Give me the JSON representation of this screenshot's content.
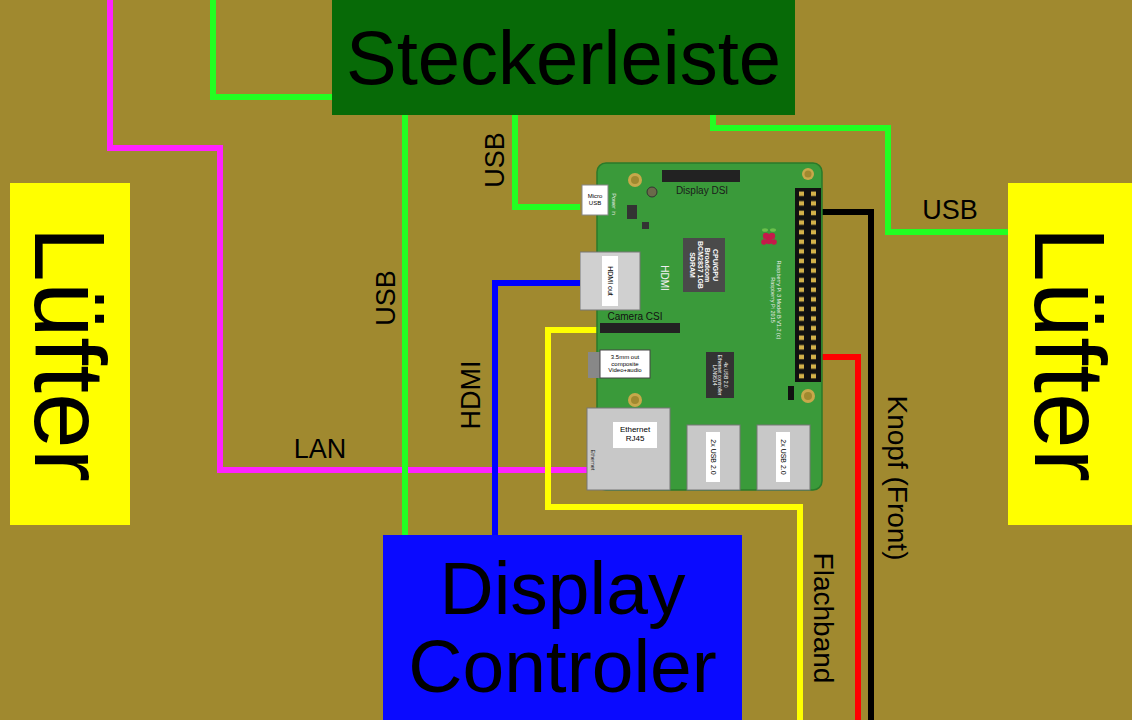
{
  "diagram": {
    "nodes": [
      {
        "text": [
          "Steckerleiste"
        ]
      },
      {
        "text": [
          "Lüfter"
        ]
      },
      {
        "text": [
          "Micro USB",
          "Power in",
          "Display DSI",
          "HDMI out",
          "HDMI",
          "CPU/GPU Broadcom BCM2837 1GB SDRAM",
          "Raspberry Pi 3 Model B V1.2 (c) Raspberry Pi 2015",
          "Camera CSI",
          "3.5mm out composite Video+audio",
          "4x USB 2.0 Ethernet controller LAN9514",
          "Ethernet RJ45",
          "Ethernet",
          "2x USB 2.0",
          "2x USB 2.0"
        ]
      },
      {
        "text": [
          "Lüfter"
        ]
      },
      {
        "text": [
          "Display Controler"
        ]
      }
    ],
    "edges": [
      {
        "from": 0,
        "to": 2,
        "arrow": "none",
        "label": "USB"
      },
      {
        "from": 0,
        "to": 3,
        "arrow": "none",
        "label": "USB"
      },
      {
        "from": 0,
        "to": 4,
        "arrow": "none",
        "label": "USB"
      },
      {
        "from": 2,
        "to": 4,
        "arrow": "none",
        "label": "HDMI"
      }
    ],
    "labels": [
      "LAN",
      "Knopf (Front)",
      "Flachband"
    ]
  }
}
